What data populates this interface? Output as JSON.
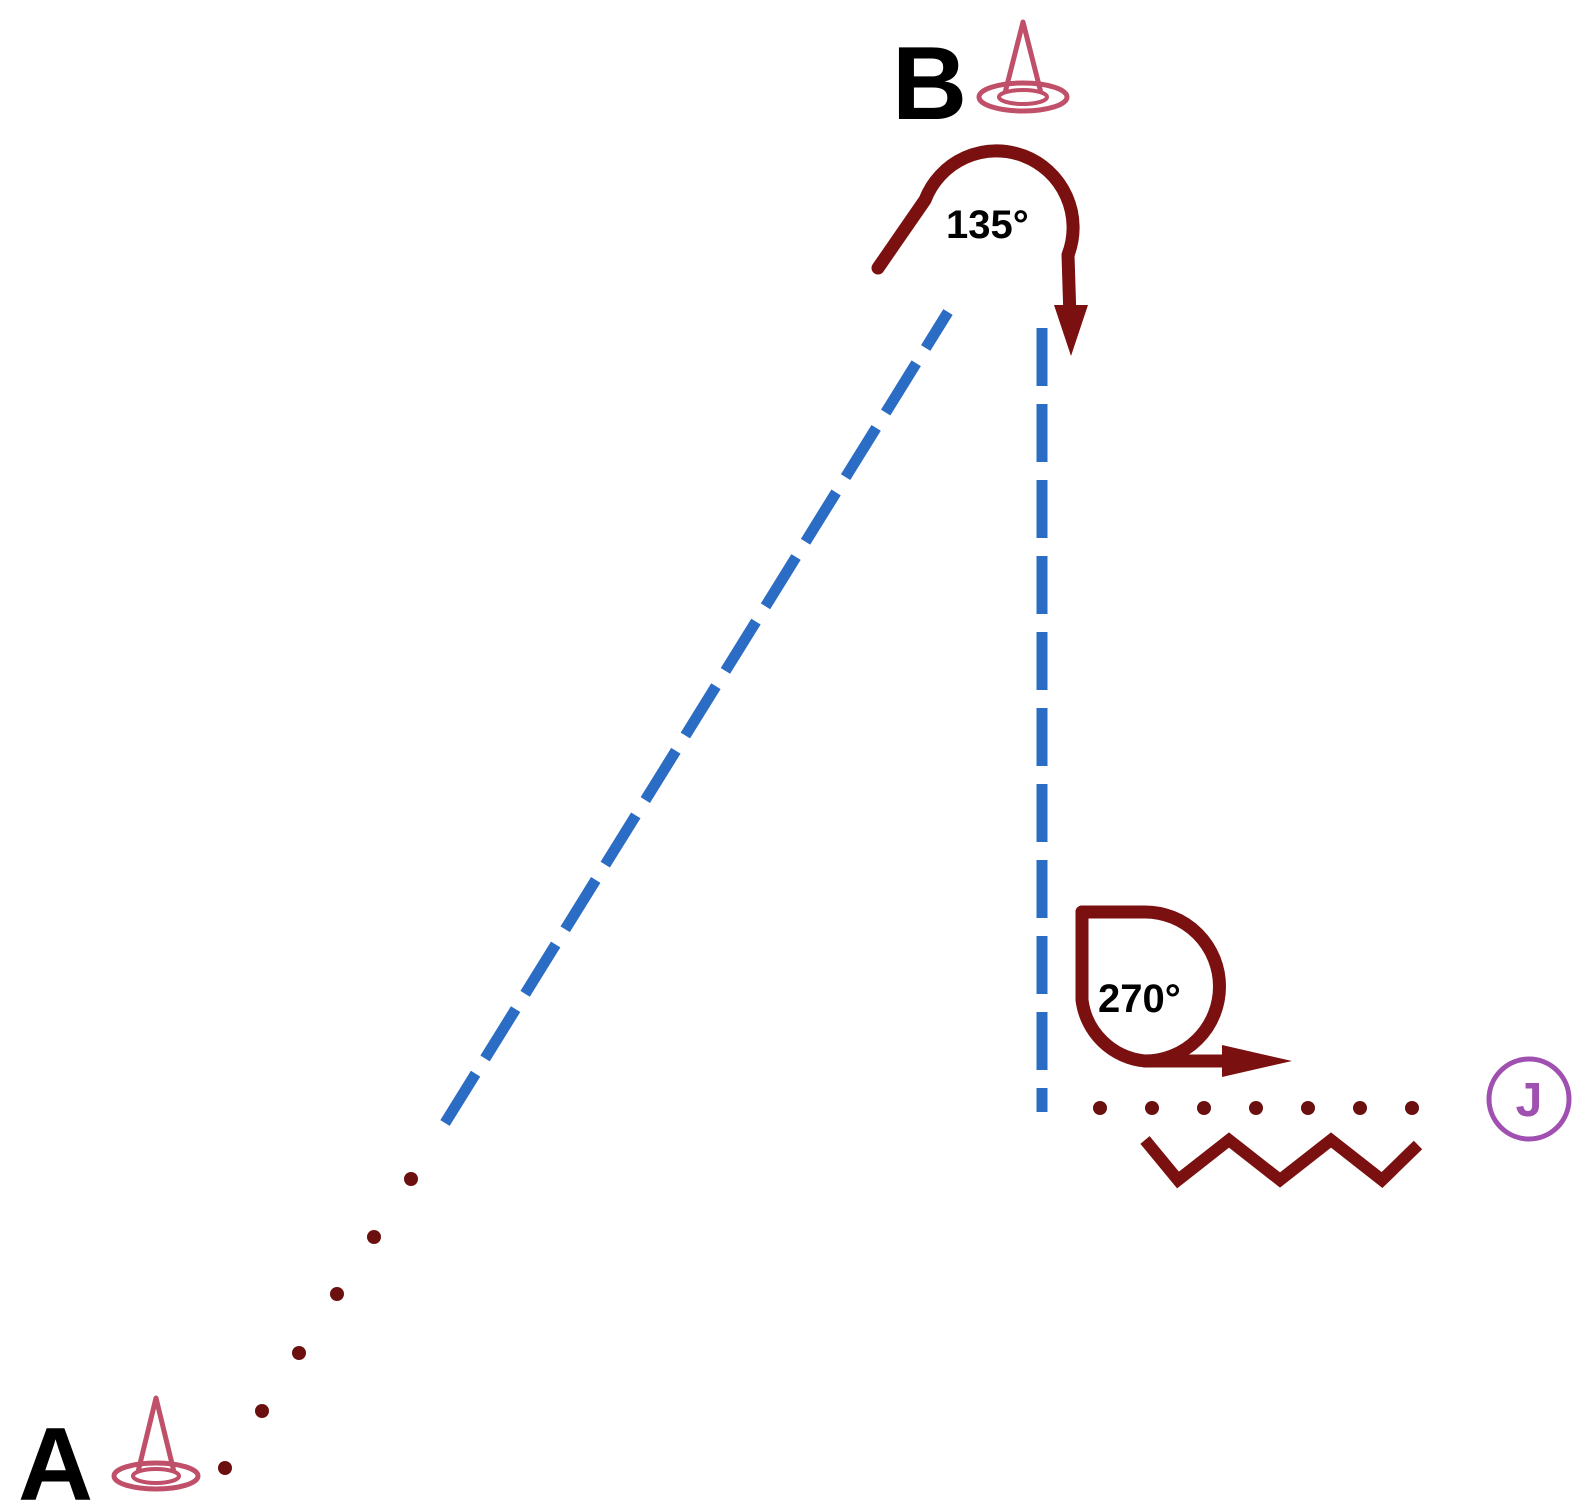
{
  "points": {
    "a": {
      "label": "A"
    },
    "b": {
      "label": "B"
    }
  },
  "turns": {
    "first": {
      "label": "135°"
    },
    "second": {
      "label": "270°"
    }
  },
  "end_marker": {
    "label": "J"
  },
  "icons": {
    "cone": "cone-icon",
    "turn_arrow": "turn-arrow-icon",
    "zigzag": "zigzag-icon"
  },
  "colors": {
    "route_dashed": "#2b6cc4",
    "route_dotted": "#6b0f0f",
    "turn_arrow": "#7a1010",
    "cone": "#c0506a",
    "marker": "#a050b0",
    "label": "#000000"
  }
}
